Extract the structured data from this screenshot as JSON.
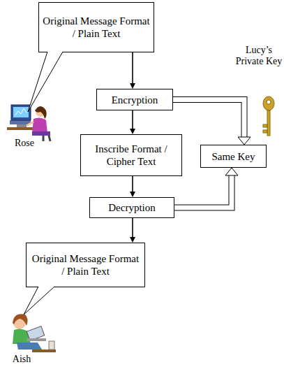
{
  "diagram": {
    "nodes": [
      {
        "text": [
          "Original Message Format / Plain Text"
        ]
      },
      {
        "text": [
          "Encryption"
        ]
      },
      {
        "text": [
          "Inscribe Format / Cipher Text"
        ]
      },
      {
        "text": [
          "Decryption"
        ]
      },
      {
        "text": [
          "Original Message Format / Plain Text"
        ]
      },
      {
        "text": [
          "Same Key"
        ]
      }
    ],
    "edges": [
      {
        "from": 0,
        "to": 1,
        "arrow": "to"
      },
      {
        "from": 1,
        "to": 2,
        "arrow": "to"
      },
      {
        "from": 2,
        "to": 3,
        "arrow": "to"
      },
      {
        "from": 3,
        "to": 4,
        "arrow": "to"
      },
      {
        "from": 1,
        "to": 5,
        "arrow": "to"
      },
      {
        "from": 3,
        "to": 5,
        "arrow": "to"
      }
    ],
    "labels": [
      "Lucy’s Private Key",
      "Rose",
      "Aish"
    ]
  }
}
